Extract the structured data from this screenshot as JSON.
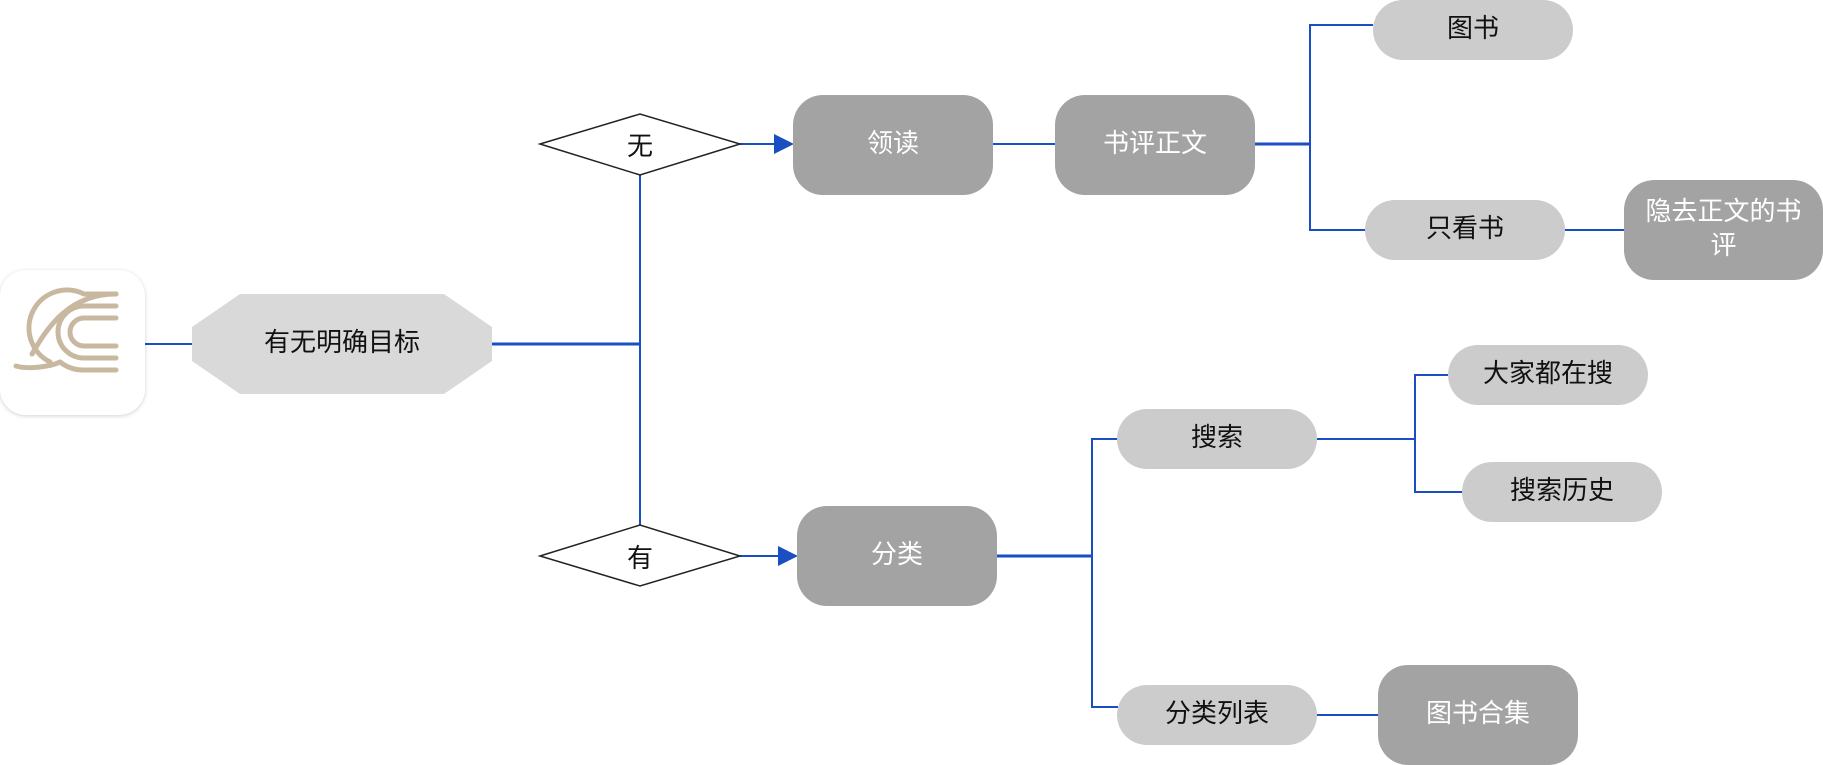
{
  "diagram": {
    "root": {
      "label": "有无明确目标"
    },
    "decisions": {
      "none": "无",
      "has": "有"
    },
    "branch_none": {
      "lead": "领读",
      "review_body": "书评正文",
      "books": "图书",
      "books_only": "只看书",
      "hide_body": "隐去正文的书评"
    },
    "branch_has": {
      "category": "分类",
      "search": "搜索",
      "popular_search": "大家都在搜",
      "search_history": "搜索历史",
      "category_list": "分类列表",
      "book_collection": "图书合集"
    }
  },
  "colors": {
    "connector": "#1a4fc4",
    "light_node": "#cccccc",
    "dark_node": "#a3a3a3",
    "root_node": "#d9d9d9",
    "icon_stroke": "#c9b8a0"
  },
  "icons": {
    "app_logo": "youdao-cloud-note-logo-icon"
  }
}
